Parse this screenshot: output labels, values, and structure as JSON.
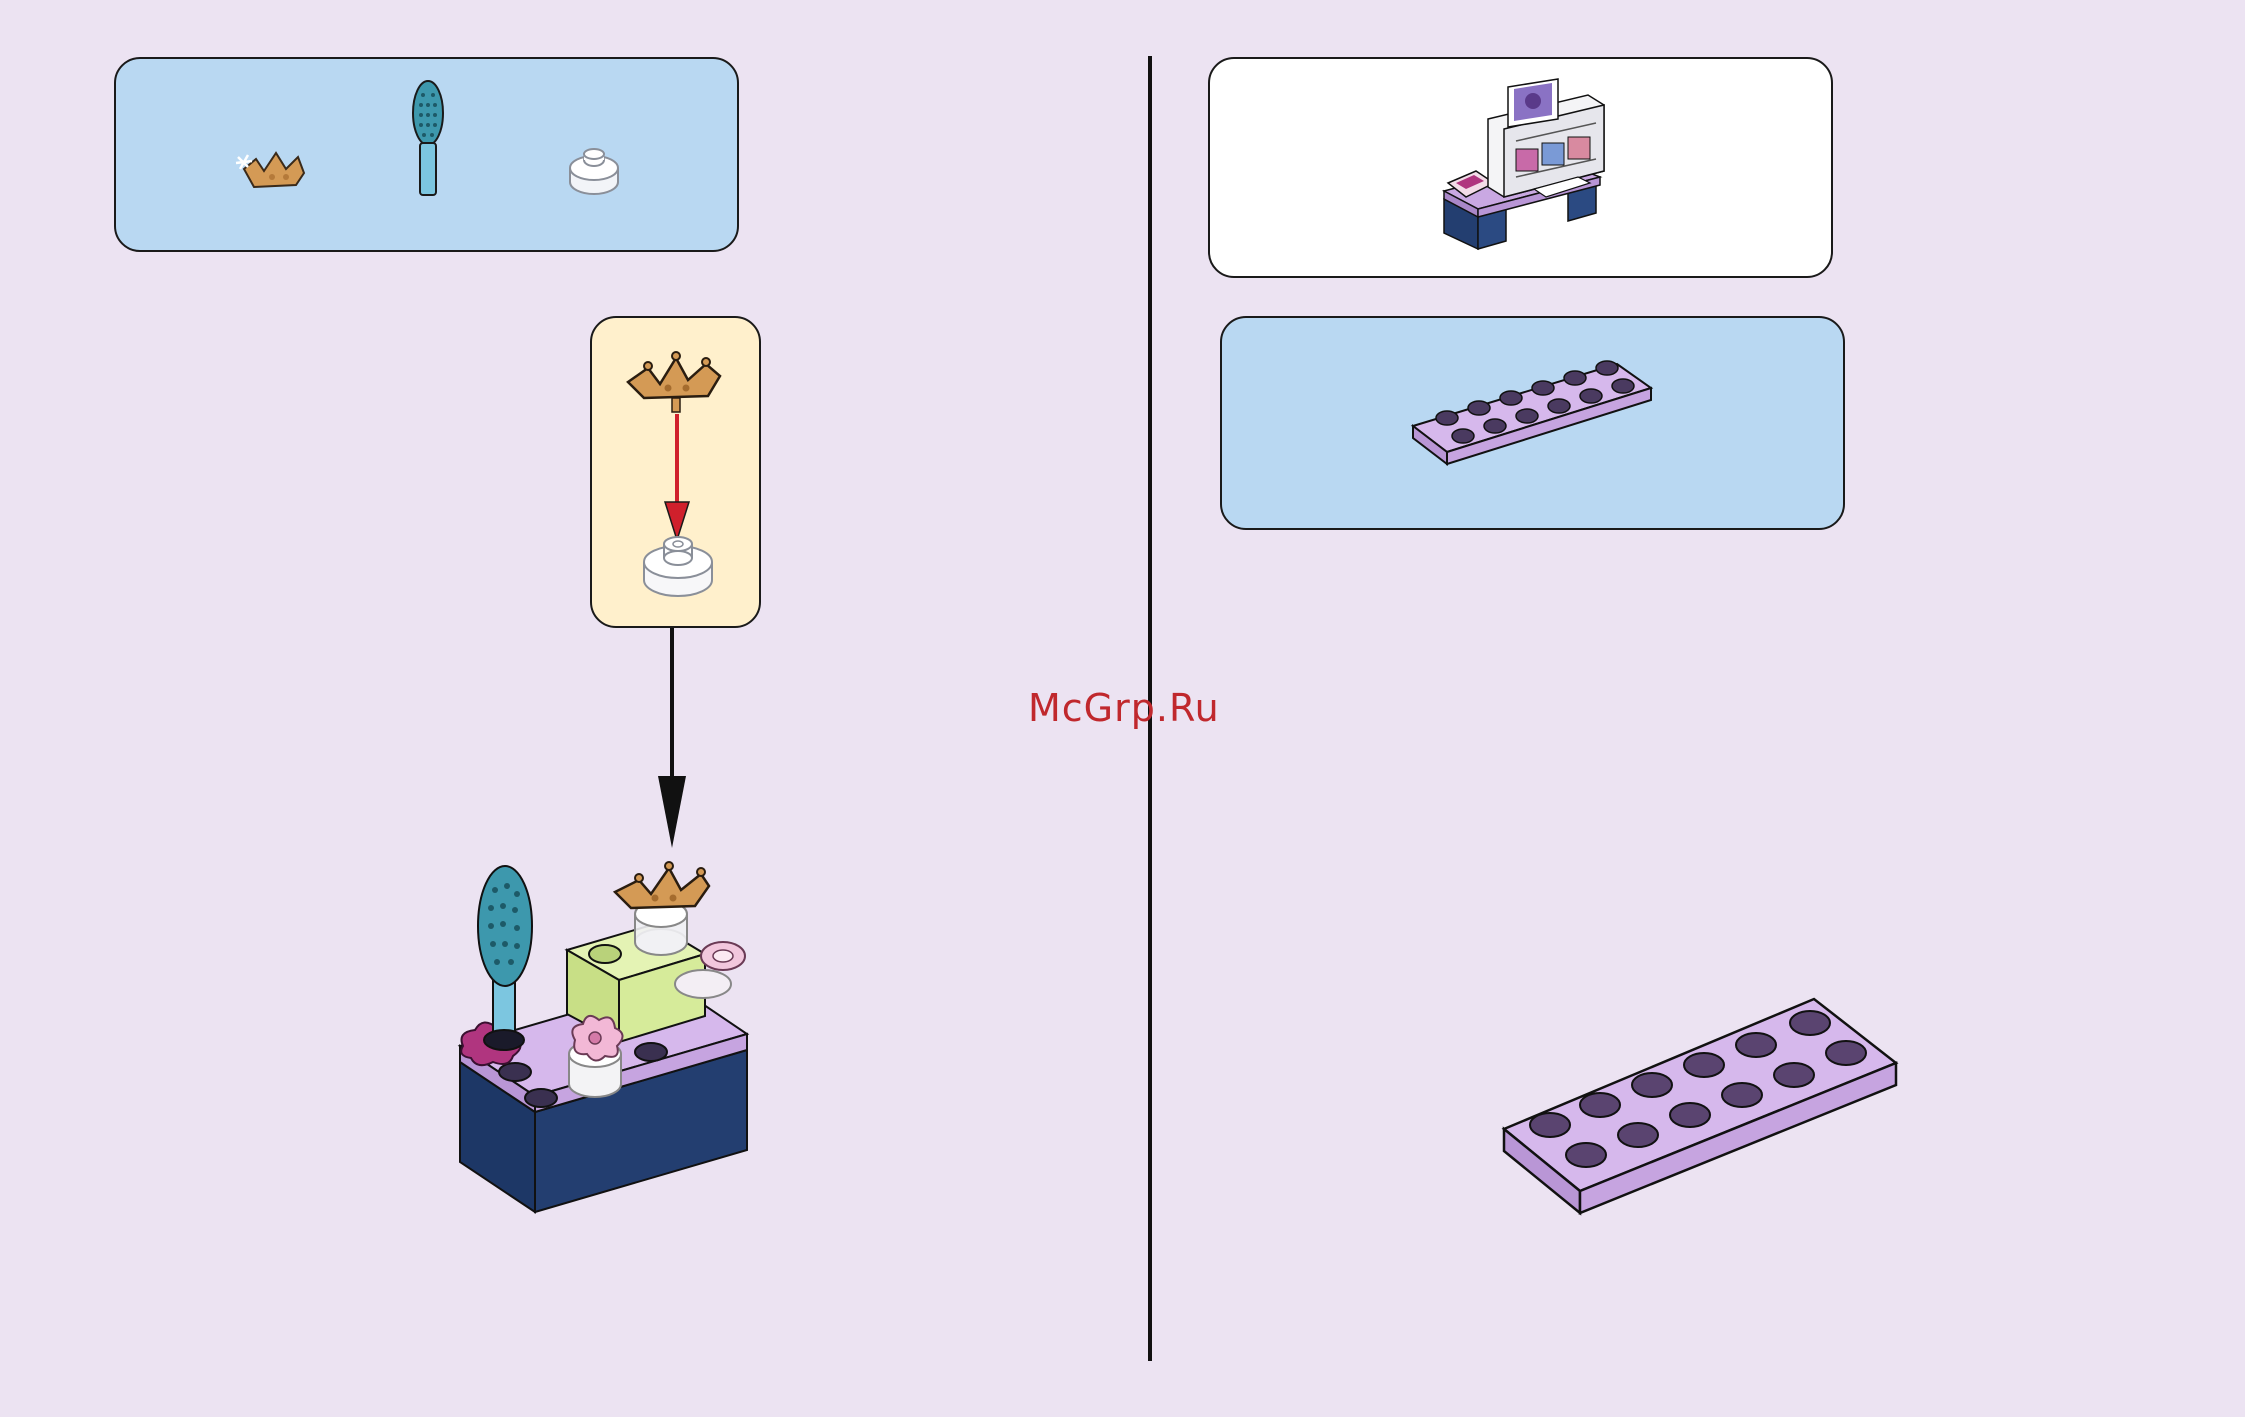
{
  "watermark": {
    "text": "McGrp.Ru"
  },
  "pages": [
    {
      "side": "left",
      "parts_list": [
        "crown-piece",
        "hairbrush-piece",
        "transparent-round-plate-piece"
      ],
      "sub_step_parts": [
        "crown-piece",
        "transparent-round-plate-piece"
      ]
    },
    {
      "side": "right",
      "parts_list": [
        "lavender-plate-2x6-piece"
      ]
    }
  ],
  "colors": {
    "background": "#ece3f2",
    "parts_panel": "#b9d8f2",
    "sub_step_panel": "#fff0cc",
    "crown": "#d49a55",
    "brush": "#3d98ad",
    "lavender_brick": "#c9a8e2",
    "navy_brick": "#233e70",
    "lime_brick": "#d6eb9a",
    "arrow_red": "#d0202c"
  }
}
